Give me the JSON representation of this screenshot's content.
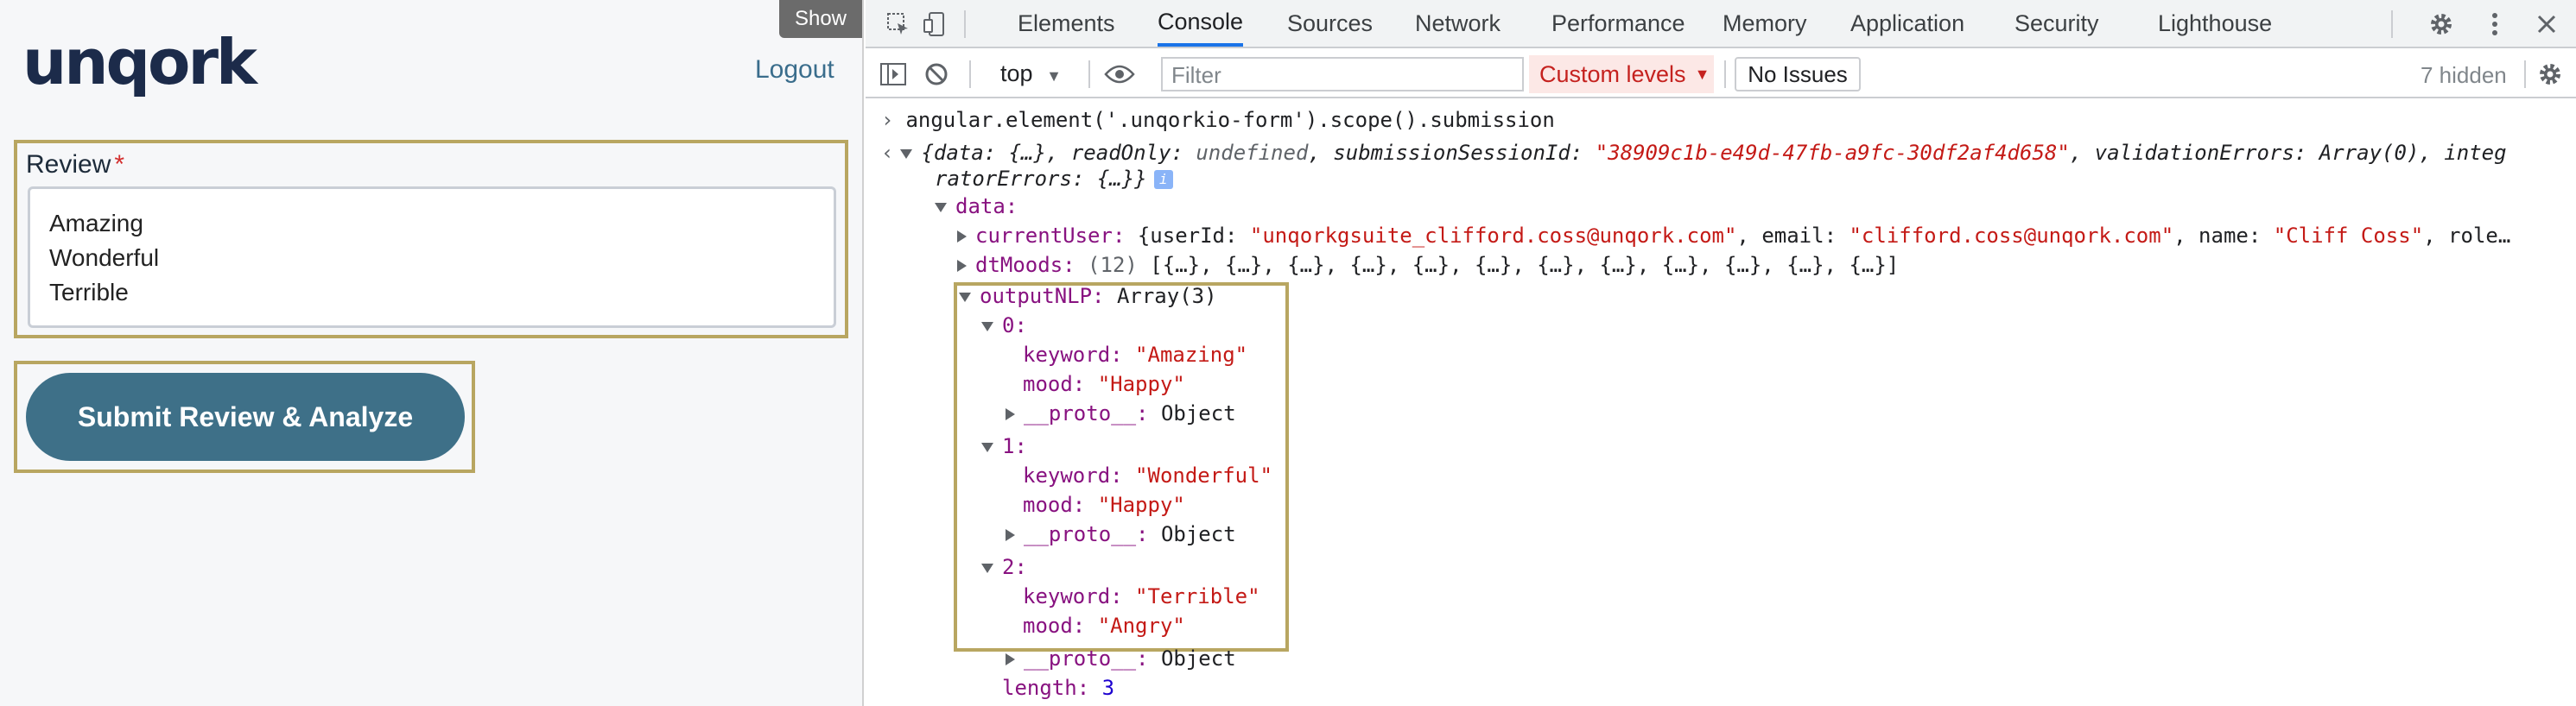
{
  "app": {
    "logo": "unqork",
    "show_label": "Show",
    "logout_label": "Logout",
    "review_label": "Review",
    "review_required": "*",
    "review_lines": [
      "Amazing",
      "Wonderful",
      "Terrible"
    ],
    "submit_label": "Submit Review & Analyze"
  },
  "devtools": {
    "tabs": [
      "Elements",
      "Console",
      "Sources",
      "Network",
      "Performance",
      "Memory",
      "Application",
      "Security",
      "Lighthouse"
    ],
    "active_tab": "Console",
    "context": "top",
    "filter_placeholder": "Filter",
    "levels_label": "Custom levels",
    "issues_label": "No Issues",
    "hidden_label": "7 hidden",
    "command": "angular.element('.unqorkio-form').scope().submission",
    "result": {
      "line1_a": "{data: {…}, readOnly: ",
      "line1_b": "undefined",
      "line1_c": ", submissionSessionId: ",
      "session_id": "\"38909c1b-e49d-47fb-a9fc-30df2af4d658\"",
      "line1_d": ", validationErrors: Array(0), integ",
      "line2": "ratorErrors: {…}}",
      "data_key": "data:",
      "current_user_key": "currentUser:",
      "current_user_a": " {userId: ",
      "user_id": "\"unqorkgsuite_clifford.coss@unqork.com\"",
      "current_user_b": ", email: ",
      "email": "\"clifford.coss@unqork.com\"",
      "current_user_c": ", name: ",
      "name": "\"Cliff Coss\"",
      "current_user_d": ", role…",
      "dtmoods_key": "dtMoods:",
      "dtmoods_count": "(12)",
      "dtmoods_val": " [{…}, {…}, {…}, {…}, {…}, {…}, {…}, {…}, {…}, {…}, {…}, {…}]",
      "outputnlp_key": "outputNLP:",
      "outputnlp_val": " Array(3)",
      "items": [
        {
          "index": "0:",
          "keyword": "\"Amazing\"",
          "mood": "\"Happy\""
        },
        {
          "index": "1:",
          "keyword": "\"Wonderful\"",
          "mood": "\"Happy\""
        },
        {
          "index": "2:",
          "keyword": "\"Terrible\"",
          "mood": "\"Angry\""
        }
      ],
      "keyword_key": "keyword:",
      "mood_key": "mood:",
      "proto_key": "__proto__:",
      "proto_val": " Object",
      "length_key": "length:",
      "length_val": "3"
    }
  }
}
